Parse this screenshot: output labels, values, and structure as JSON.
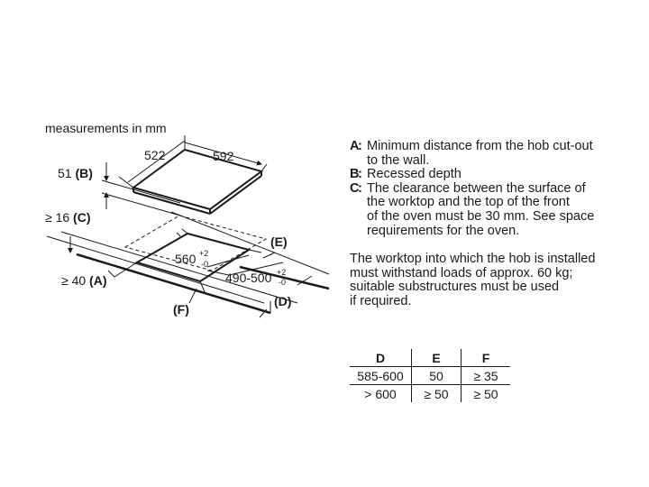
{
  "drawing": {
    "measurements_caption": "measurements in mm",
    "hob_depth": "522",
    "hob_width": "592",
    "label_b_value": "51",
    "label_b_key": "(B)",
    "label_c_value": "≥ 16",
    "label_c_key": "(C)",
    "label_a_value": "≥ 40",
    "label_a_key": "(A)",
    "label_e": "(E)",
    "label_f": "(F)",
    "label_d": "(D)",
    "cutout_depth": "560",
    "cutout_depth_tol_plus": "+2",
    "cutout_depth_tol_minus": "-0",
    "cutout_width": "490-500",
    "cutout_width_tol_plus": "+2",
    "cutout_width_tol_minus": "-0"
  },
  "legend": [
    {
      "key": "A",
      "lines": [
        "Minimum distance from the hob cut-out",
        "to the wall."
      ]
    },
    {
      "key": "B",
      "lines": [
        "Recessed depth"
      ]
    },
    {
      "key": "C",
      "lines": [
        "The clearance between the surface of",
        "the worktop and the top of the front",
        "of the oven must be 30 mm. See space",
        "requirements for the oven."
      ]
    }
  ],
  "note_lines": [
    "The worktop into which the hob is installed",
    "must withstand loads of approx. 60 kg;",
    "suitable substructures must be used",
    "if required."
  ],
  "table": {
    "headers": [
      "D",
      "E",
      "F"
    ],
    "rows": [
      [
        "585-600",
        "50",
        "≥ 35"
      ],
      [
        "> 600",
        "≥ 50",
        "≥ 50"
      ]
    ]
  }
}
